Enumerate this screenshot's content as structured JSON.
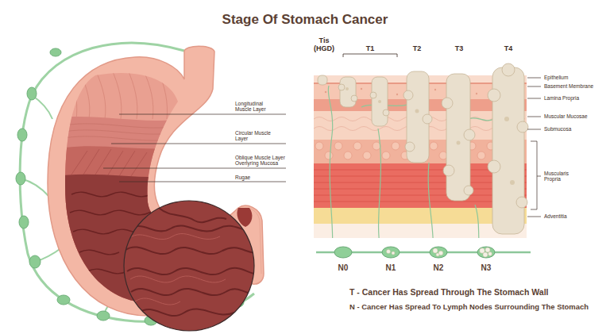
{
  "diagram": {
    "title": "Stage Of Stomach Cancer",
    "labels": [
      "Longitudinal Muscle Layer",
      "Circular Muscle Layer",
      "Oblique Muscle Layer Overlyring Mucosa",
      "Rugae",
      "Tis (HGD)",
      "T1",
      "T2",
      "T3",
      "T4",
      "Epithelium",
      "Basement Membrane",
      "Lamina Propria",
      "Muscular Mucosae",
      "Submucosa",
      "Muscularis Propria",
      "Adventitia",
      "N0",
      "N1",
      "N2",
      "N3",
      "T - Cancer Has Spread Through The Stomach Wall",
      "N - Cancer Has Spread To Lymph Nodes Surrounding The Stomach"
    ]
  }
}
